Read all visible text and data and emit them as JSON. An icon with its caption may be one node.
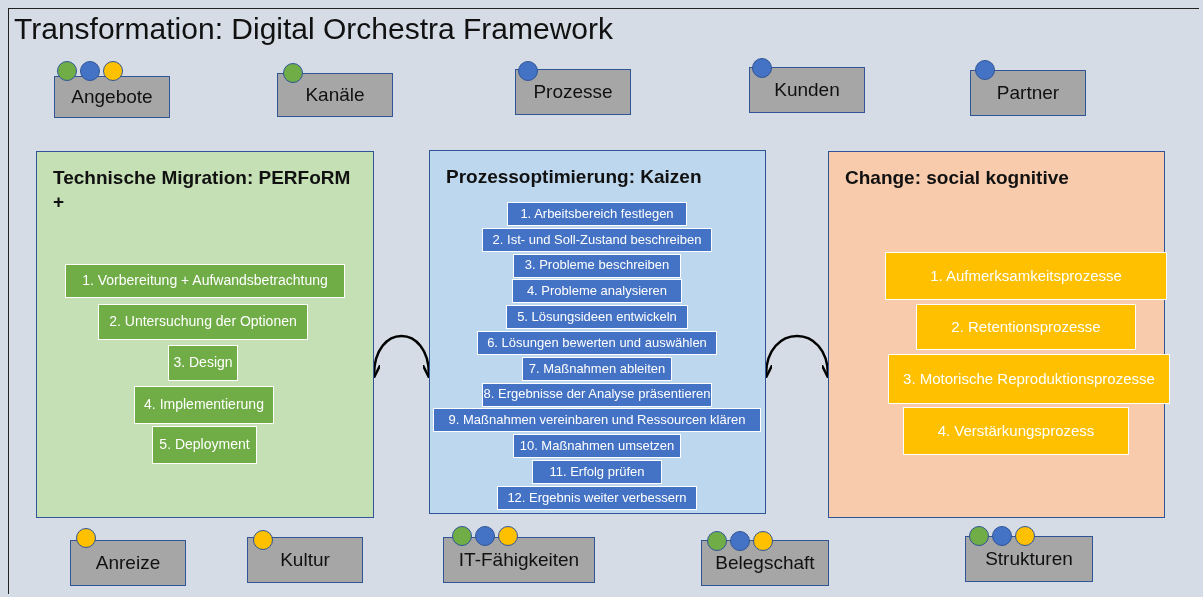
{
  "diagram": {
    "title": "Transformation: Digital Orchestra Framework",
    "nodes": [
      {
        "text": [],
        "shape": "circle"
      },
      {
        "text": [],
        "shape": "circle"
      },
      {
        "text": [],
        "shape": "circle"
      },
      {
        "text": [
          "Angebote"
        ]
      },
      {
        "text": [],
        "shape": "circle"
      },
      {
        "text": [
          "Kanäle"
        ]
      },
      {
        "text": [],
        "shape": "circle"
      },
      {
        "text": [
          "Prozesse"
        ]
      },
      {
        "text": [],
        "shape": "circle"
      },
      {
        "text": [
          "Kunden"
        ]
      },
      {
        "text": [],
        "shape": "circle"
      },
      {
        "text": [
          "Partner"
        ]
      },
      {
        "text": [
          "Technische Migration: PERFoRM +"
        ]
      },
      {
        "text": [
          "1. Vorbereitung + Aufwandsbetrachtung"
        ],
        "in": 12
      },
      {
        "text": [
          "2. Untersuchung der Optionen"
        ],
        "in": 12
      },
      {
        "text": [
          "3. Design"
        ],
        "in": 12
      },
      {
        "text": [
          "4. Implementierung"
        ],
        "in": 12
      },
      {
        "text": [
          "5. Deployment"
        ],
        "in": 12
      },
      {
        "text": [
          "Prozessoptimierung: Kaizen"
        ]
      },
      {
        "text": [
          "1. Arbeitsbereich festlegen"
        ],
        "in": 18
      },
      {
        "text": [
          "2. Ist- und Soll-Zustand beschreiben"
        ],
        "in": 18
      },
      {
        "text": [
          "3. Probleme beschreiben"
        ],
        "in": 18
      },
      {
        "text": [
          "4. Probleme analysieren"
        ],
        "in": 18
      },
      {
        "text": [
          "5. Lösungsideen entwickeln"
        ],
        "in": 18
      },
      {
        "text": [
          "6. Lösungen bewerten und auswählen"
        ],
        "in": 18
      },
      {
        "text": [
          "7. Maßnahmen ableiten"
        ],
        "in": 18
      },
      {
        "text": [
          "8. Ergebnisse der Analyse präsentieren"
        ],
        "in": 18
      },
      {
        "text": [
          "9. Maßnahmen vereinbaren und Ressourcen klären"
        ],
        "in": 18
      },
      {
        "text": [
          "10. Maßnahmen umsetzen"
        ],
        "in": 18
      },
      {
        "text": [
          "11. Erfolg prüfen"
        ],
        "in": 18
      },
      {
        "text": [
          "12. Ergebnis weiter verbessern"
        ],
        "in": 18
      },
      {
        "text": [
          "Change: social kognitive"
        ]
      },
      {
        "text": [
          "1. Aufmerksamkeitsprozesse"
        ],
        "in": 31
      },
      {
        "text": [
          "2. Retentionsprozesse"
        ],
        "in": 31
      },
      {
        "text": [
          "3. Motorische Reproduktionsprozesse"
        ],
        "in": 31
      },
      {
        "text": [
          "4. Verstärkungsprozess"
        ],
        "in": 31
      },
      {
        "text": [],
        "shape": "circle"
      },
      {
        "text": [
          "Anreize"
        ]
      },
      {
        "text": [],
        "shape": "circle"
      },
      {
        "text": [
          "Kultur"
        ]
      },
      {
        "text": [],
        "shape": "circle"
      },
      {
        "text": [],
        "shape": "circle"
      },
      {
        "text": [],
        "shape": "circle"
      },
      {
        "text": [
          "IT-Fähigkeiten"
        ]
      },
      {
        "text": [],
        "shape": "circle"
      },
      {
        "text": [],
        "shape": "circle"
      },
      {
        "text": [],
        "shape": "circle"
      },
      {
        "text": [
          "Belegschaft"
        ]
      },
      {
        "text": [],
        "shape": "circle"
      },
      {
        "text": [],
        "shape": "circle"
      },
      {
        "text": [],
        "shape": "circle"
      },
      {
        "text": [
          "Strukturen"
        ]
      }
    ],
    "edges": [
      {
        "from": 12,
        "to": 18,
        "arrow": "both"
      },
      {
        "from": 18,
        "to": 31,
        "arrow": "both"
      }
    ]
  }
}
